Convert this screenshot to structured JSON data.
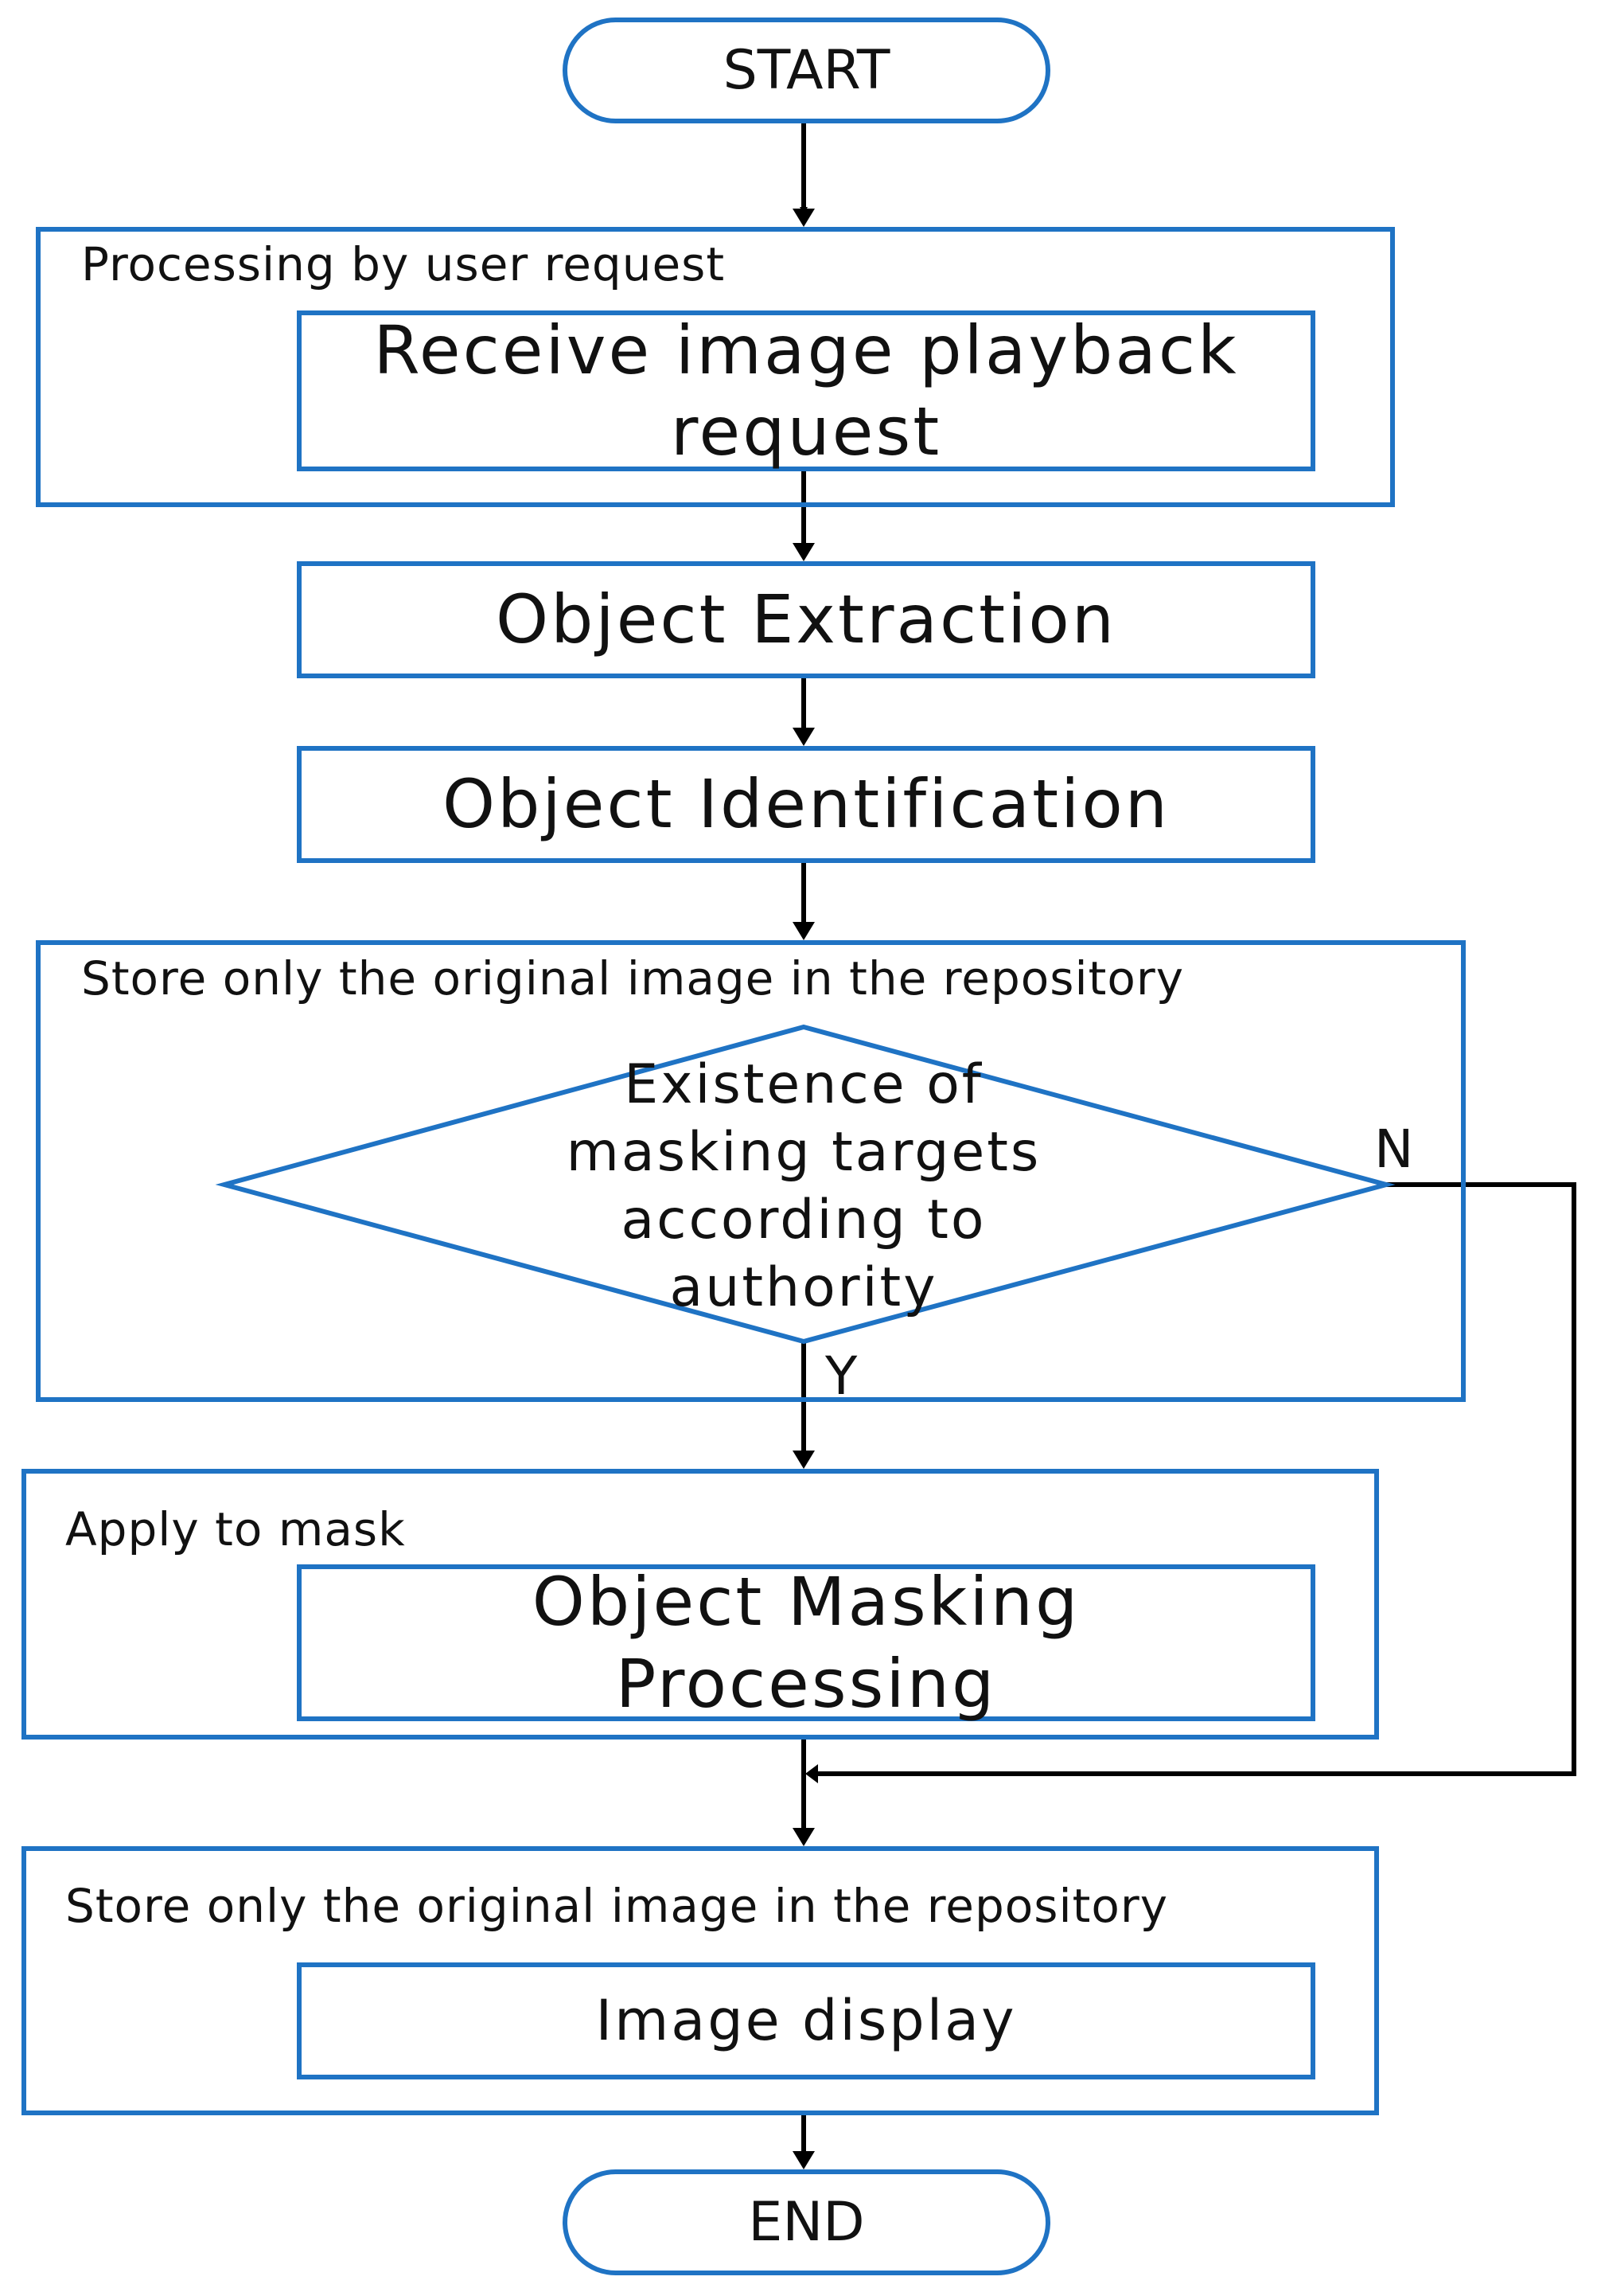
{
  "start_label": "START",
  "end_label": "END",
  "groups": {
    "user_request": "Processing by user request",
    "store_original_1": "Store only the original image in the repository",
    "apply_mask": "Apply to mask",
    "store_original_2": "Store only the original image in the repository"
  },
  "steps": {
    "receive_request": "Receive image playback request",
    "object_extraction": "Object Extraction",
    "object_identification": "Object Identification",
    "object_masking": "Object Masking Processing",
    "image_display": "Image display"
  },
  "decision": {
    "text": "Existence of masking targets according to authority",
    "no_label": "N",
    "yes_label": "Y"
  },
  "colors": {
    "box_border": "#1f73c4",
    "connector": "#000000"
  }
}
